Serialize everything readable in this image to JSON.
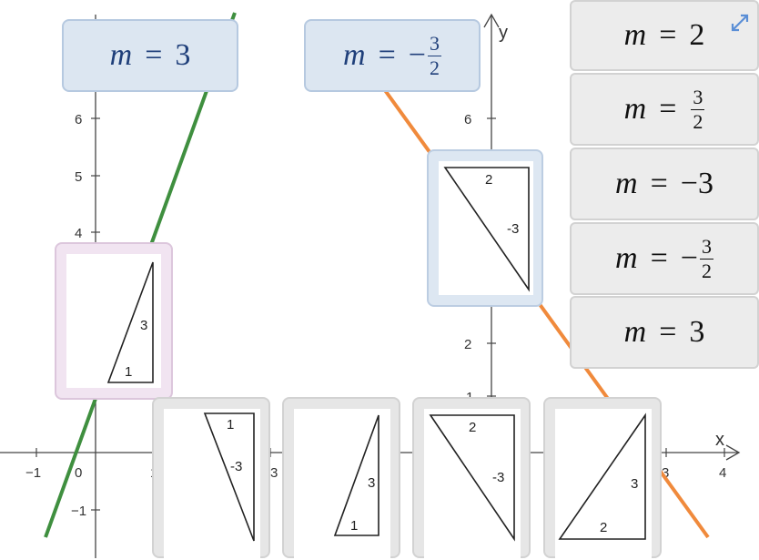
{
  "graph": {
    "x_axis_label": "x",
    "y_axis_label": "y",
    "x_ticks": [
      "−1",
      "0",
      "1",
      "3",
      "4"
    ],
    "y_ticks": [
      "−1",
      "1",
      "2",
      "4",
      "5",
      "6",
      "6"
    ],
    "lines": [
      {
        "name": "green-line",
        "color": "#3f8f3f"
      },
      {
        "name": "orange-line",
        "color": "#f08a3c"
      }
    ]
  },
  "targets": [
    {
      "var": "m",
      "eq": "=",
      "value": "3"
    },
    {
      "var": "m",
      "eq": "=",
      "sign": "−",
      "num": "3",
      "den": "2"
    }
  ],
  "answer_cards": [
    {
      "var": "m",
      "eq": "=",
      "value": "2"
    },
    {
      "var": "m",
      "eq": "=",
      "num": "3",
      "den": "2"
    },
    {
      "var": "m",
      "eq": "=",
      "value": "−3"
    },
    {
      "var": "m",
      "eq": "=",
      "sign": "−",
      "num": "3",
      "den": "2"
    },
    {
      "var": "m",
      "eq": "=",
      "value": "3"
    }
  ],
  "triangles": [
    {
      "id": "tri-placed-green",
      "run": "1",
      "rise": "3"
    },
    {
      "id": "tri-placed-orange",
      "run": "2",
      "rise": "-3"
    },
    {
      "id": "tri-bank-1",
      "run": "1",
      "rise": "-3"
    },
    {
      "id": "tri-bank-2",
      "run": "1",
      "rise": "3"
    },
    {
      "id": "tri-bank-3",
      "run": "2",
      "rise": "-3"
    },
    {
      "id": "tri-bank-4",
      "run": "2",
      "rise": "3"
    }
  ],
  "icons": {
    "expand": "expand-arrows-icon"
  },
  "colors": {
    "green_line": "#3f8f3f",
    "orange_line": "#f08a3c",
    "target_bg": "#dce6f1",
    "card_bg": "#ececec"
  }
}
